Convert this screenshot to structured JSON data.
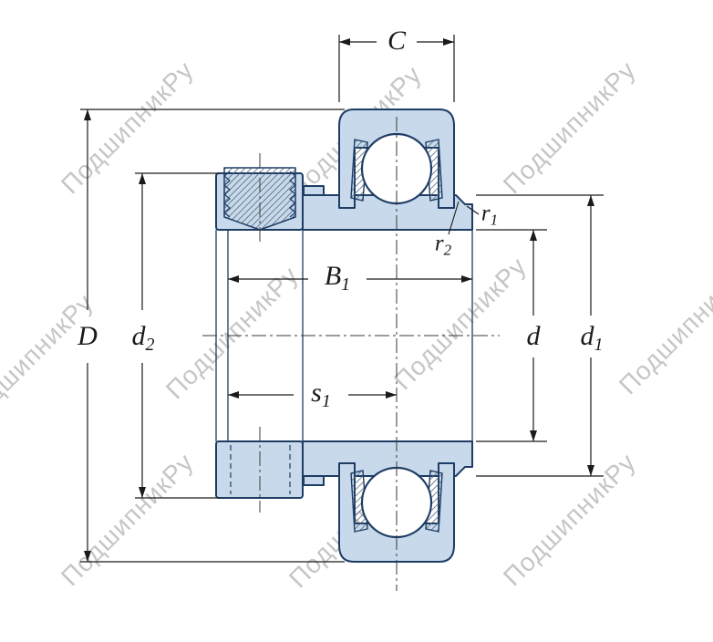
{
  "watermark": {
    "text": "ПодшипникРу"
  },
  "labels": {
    "c": {
      "base": "C",
      "sub": ""
    },
    "d_outer": {
      "base": "D",
      "sub": ""
    },
    "d2": {
      "base": "d",
      "sub": "2"
    },
    "b1": {
      "base": "B",
      "sub": "1"
    },
    "s1": {
      "base": "s",
      "sub": "1"
    },
    "r1": {
      "base": "r",
      "sub": "1"
    },
    "r2": {
      "base": "r",
      "sub": "2"
    },
    "d_bore": {
      "base": "d",
      "sub": ""
    },
    "d1": {
      "base": "d",
      "sub": "1"
    }
  },
  "colors": {
    "part_fill": "#c7d9eb",
    "part_stroke": "#1e3c64",
    "dimension_lines": "#1a1a1a",
    "watermark": "#c6c6c6",
    "background": "#ffffff",
    "hatch": "#53687c"
  }
}
